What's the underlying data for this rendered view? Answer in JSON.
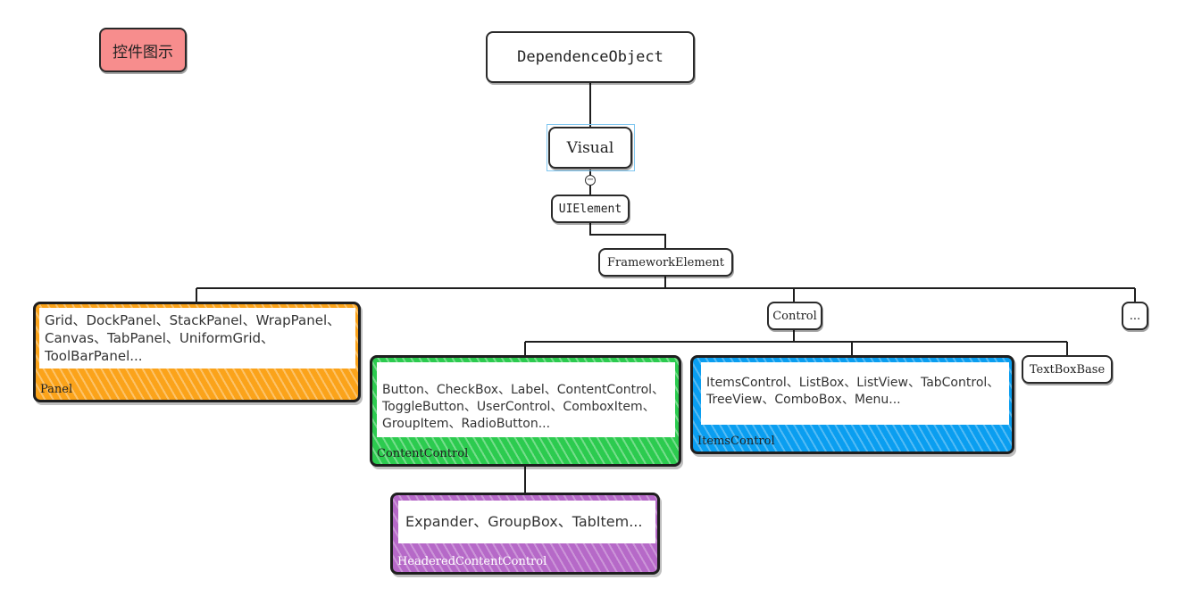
{
  "legend": {
    "label": "控件图示"
  },
  "nodes": {
    "dependence_object": "DependenceObject",
    "visual": "Visual",
    "ui_element": "UIElement",
    "framework_element": "FrameworkElement",
    "control": "Control",
    "more": "...",
    "textbox_base": "TextBoxBase"
  },
  "groups": {
    "panel": {
      "label": "Panel",
      "color": "#fba31a",
      "lines": [
        "Grid、DockPanel、StackPanel、WrapPanel、",
        "Canvas、TabPanel、UniformGrid、",
        "ToolBarPanel..."
      ]
    },
    "content_control": {
      "label": "ContentControl",
      "color": "#2ccb4f",
      "lines": [
        "Button、CheckBox、Label、ContentControl、",
        "ToggleButton、UserControl、ComboxItem、",
        "GroupItem、RadioButton..."
      ]
    },
    "items_control": {
      "label": "ItemsControl",
      "color": "#0a9ef0",
      "lines": [
        "ItemsControl、ListBox、ListView、TabControl、",
        "TreeView、ComboBox、Menu..."
      ]
    },
    "headered_content_control": {
      "label": "HeaderedContentControl",
      "color": "#b669c8",
      "lines": [
        "Expander、GroupBox、TabItem..."
      ]
    }
  },
  "collapse_icon": "minus-circle-icon"
}
